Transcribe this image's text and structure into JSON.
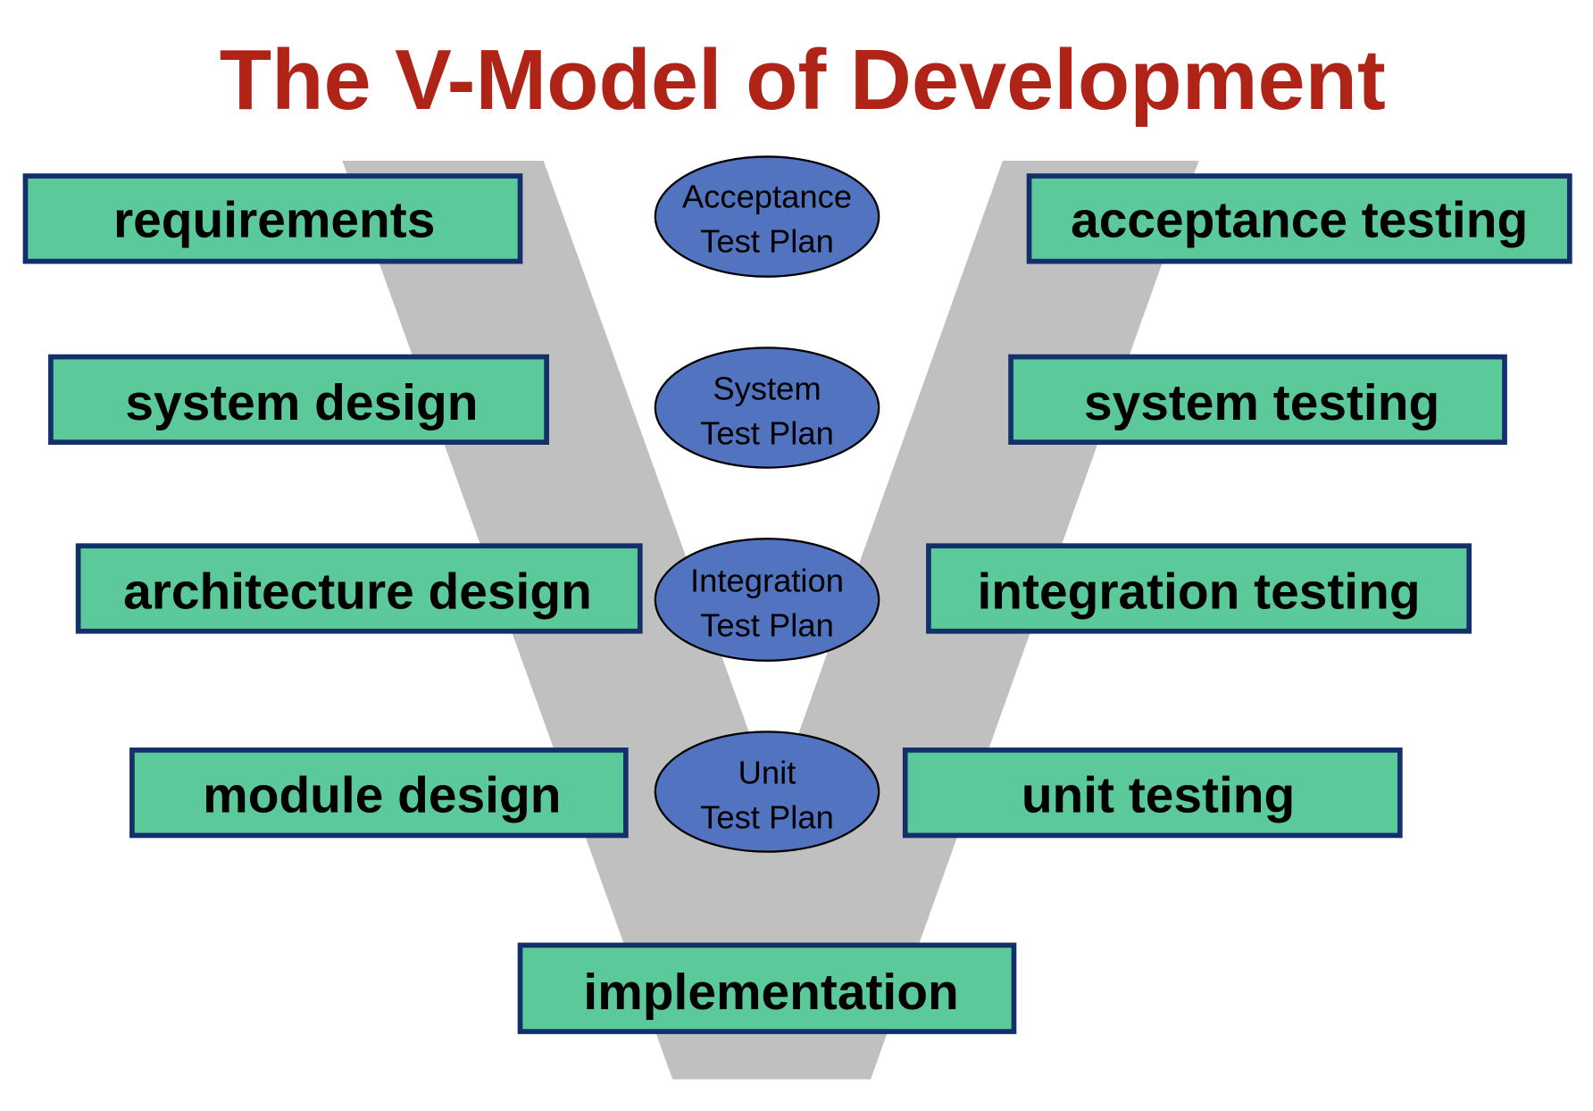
{
  "title": "The V-Model of Development",
  "colors": {
    "title": "#b02418",
    "box_fill": "#5cc99a",
    "box_border": "#13306a",
    "plan_fill": "#5273c0",
    "v_shape": "#c0c0c0"
  },
  "left_phases": [
    "requirements",
    "system design",
    "architecture design",
    "module design"
  ],
  "bottom_phase": "implementation",
  "right_phases": [
    "acceptance testing",
    "system testing",
    "integration testing",
    "unit testing"
  ],
  "test_plans": [
    {
      "line1": "Acceptance",
      "line2": "Test Plan"
    },
    {
      "line1": "System",
      "line2": "Test Plan"
    },
    {
      "line1": "Integration",
      "line2": "Test Plan"
    },
    {
      "line1": "Unit",
      "line2": "Test Plan"
    }
  ]
}
